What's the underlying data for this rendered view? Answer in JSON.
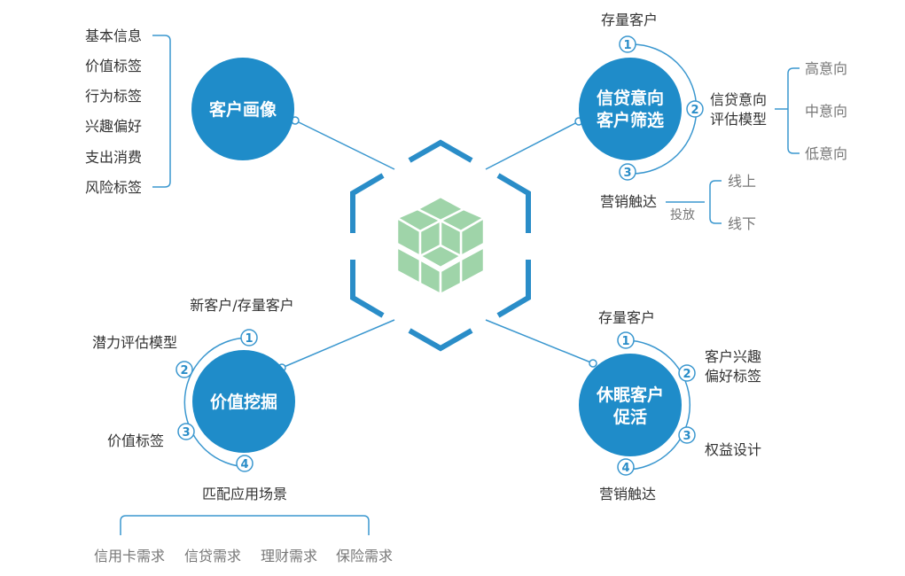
{
  "colors": {
    "primary": "#1f8cc9",
    "accent": "#3a97cf",
    "cube": "#9fd4a9",
    "text": "#333333",
    "muted": "#777777"
  },
  "center_icon": "cube-stack-icon",
  "nodes": {
    "portrait": {
      "title": "客户画像",
      "items": [
        "基本信息",
        "价值标签",
        "行为标签",
        "兴趣偏好",
        "支出消费",
        "风险标签"
      ]
    },
    "credit": {
      "title_line1": "信贷意向",
      "title_line2": "客户筛选",
      "steps": [
        {
          "num": "1",
          "label": "存量客户"
        },
        {
          "num": "2",
          "label_line1": "信贷意向",
          "label_line2": "评估模型"
        },
        {
          "num": "3",
          "label": "营销触达"
        }
      ],
      "intent_levels": [
        "高意向",
        "中意向",
        "低意向"
      ],
      "channel_label": "投放",
      "channels": [
        "线上",
        "线下"
      ]
    },
    "value": {
      "title": "价值挖掘",
      "steps": [
        {
          "num": "1",
          "label": "新客户/存量客户"
        },
        {
          "num": "2",
          "label": "潜力评估模型"
        },
        {
          "num": "3",
          "label": "价值标签"
        },
        {
          "num": "4",
          "label": "匹配应用场景"
        }
      ],
      "scenarios": [
        "信用卡需求",
        "信贷需求",
        "理财需求",
        "保险需求"
      ]
    },
    "dormant": {
      "title_line1": "休眠客户",
      "title_line2": "促活",
      "steps": [
        {
          "num": "1",
          "label": "存量客户"
        },
        {
          "num": "2",
          "label_line1": "客户兴趣",
          "label_line2": "偏好标签"
        },
        {
          "num": "3",
          "label": "权益设计"
        },
        {
          "num": "4",
          "label": "营销触达"
        }
      ]
    }
  }
}
